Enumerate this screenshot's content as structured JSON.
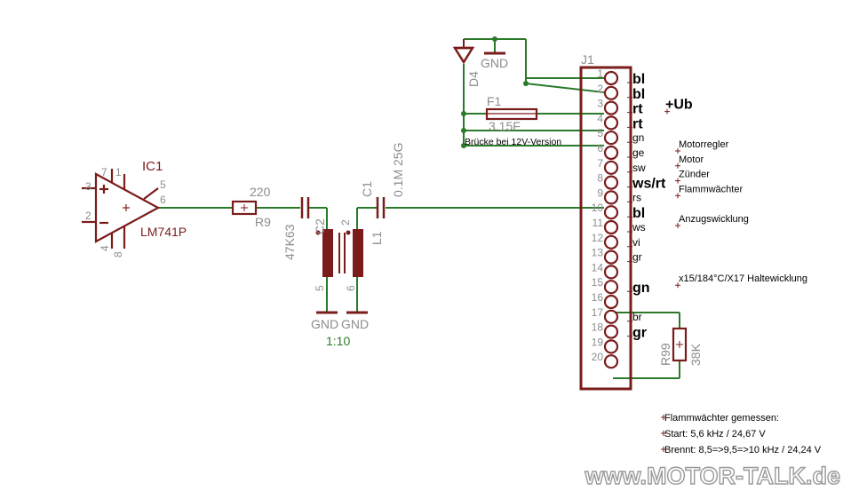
{
  "components": {
    "ic1": {
      "name": "IC1",
      "value": "LM741P",
      "pins": {
        "p7": "7",
        "p1": "1",
        "p3": "3",
        "p2": "2",
        "p5": "5",
        "p6": "6",
        "p4": "4",
        "p8": "8"
      }
    },
    "r9": {
      "value": "220",
      "name": "R9"
    },
    "c2": {
      "value": "47K63",
      "name": "C2"
    },
    "c1": {
      "name": "C1",
      "value": "0.1M 25G"
    },
    "l1": {
      "name": "L1",
      "pin2": "2",
      "pin6": "6"
    },
    "tr": {
      "pin5": "5",
      "ratio": "1:10"
    },
    "d4": {
      "name": "D4"
    },
    "f1": {
      "name": "F1",
      "value": "3.15F"
    },
    "r99": {
      "name": "R99",
      "value": "38K"
    },
    "gnd_top": "GND",
    "gnd_bottom_left": "GND",
    "gnd_bottom_right": "GND"
  },
  "bridge_note": "Brücke bei 12V-Version",
  "connector": {
    "name": "J1",
    "pin_numbers": [
      "1",
      "2",
      "3",
      "4",
      "5",
      "6",
      "7",
      "8",
      "9",
      "10",
      "11",
      "12",
      "13",
      "14",
      "15",
      "16",
      "17",
      "18",
      "19",
      "20"
    ],
    "wire_colors": [
      {
        "pin": "1",
        "label": "bl"
      },
      {
        "pin": "2",
        "label": "bl"
      },
      {
        "pin": "3",
        "label": "rt"
      },
      {
        "pin": "4",
        "label": "rt"
      },
      {
        "pin": "5",
        "label": "gn"
      },
      {
        "pin": "6",
        "label": "ge"
      },
      {
        "pin": "7",
        "label": "sw"
      },
      {
        "pin": "8",
        "label": "ws/rt"
      },
      {
        "pin": "9",
        "label": "rs"
      },
      {
        "pin": "10",
        "label": "bl"
      },
      {
        "pin": "11",
        "label": "ws"
      },
      {
        "pin": "12",
        "label": "vi"
      },
      {
        "pin": "13",
        "label": "gr"
      },
      {
        "pin": "15",
        "label": "gn"
      },
      {
        "pin": "17",
        "label": "br"
      },
      {
        "pin": "18",
        "label": "gr"
      }
    ],
    "functions": [
      {
        "pin": "3",
        "label": "+Ub"
      },
      {
        "pin": "6",
        "label": "Motorregler"
      },
      {
        "pin": "7",
        "label": "Motor"
      },
      {
        "pin": "8",
        "label": "Zünder"
      },
      {
        "pin": "9",
        "label": "Flammwächter"
      },
      {
        "pin": "11",
        "label": "Anzugswicklung"
      },
      {
        "pin": "15",
        "label": "x15/184°C/X17 Haltewicklung"
      }
    ]
  },
  "measurement_notes": [
    "Flammwächter gemessen:",
    "Start: 5,6 kHz / 24,67 V",
    "Brennt: 8,5=>9,5=>10 kHz / 24,24 V"
  ],
  "watermark": "www.MOTOR-TALK.de",
  "colors": {
    "wire": "#2a7a2a",
    "symbol": "#7a1c1c",
    "label_grey": "#8c8c8c",
    "background": "#ffffff"
  }
}
